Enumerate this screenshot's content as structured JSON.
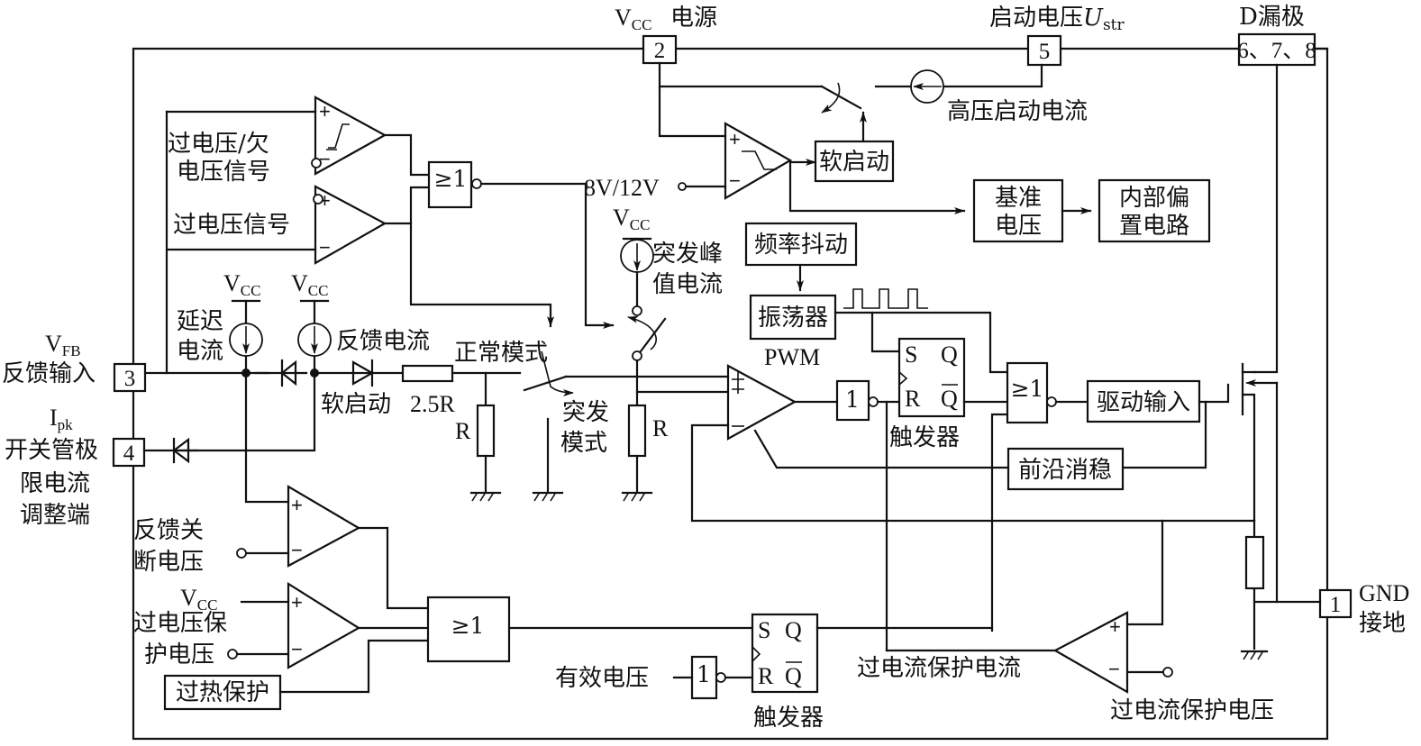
{
  "title": "开关电源控制芯片内部框图",
  "pins": {
    "vcc": {
      "number": "2",
      "label_main": "V",
      "label_sub": "CC",
      "label_cn": "电源"
    },
    "ustr": {
      "number": "5",
      "label_cn": "启动电压",
      "label_sym": "U",
      "label_sub": "str"
    },
    "drain": {
      "number": "6、7、8",
      "label": "D漏极"
    },
    "vfb": {
      "number": "3",
      "label_main": "V",
      "label_sub": "FB",
      "label_cn": "反馈输入"
    },
    "ipk": {
      "number": "4",
      "label_main": "I",
      "label_sub": "pk",
      "label_cn": [
        "开关管极",
        "限电流",
        "调整端"
      ]
    },
    "gnd": {
      "number": "1",
      "label": "GND",
      "label_cn": "接地"
    }
  },
  "labels": {
    "hv_start_current": "高压启动电流",
    "soft_start_block": "软启动",
    "ref_voltage": [
      "基准",
      "电压"
    ],
    "internal_bias": [
      "内部偏",
      "置电路"
    ],
    "ov_uv_signal": [
      "过电压/欠",
      "电压信号"
    ],
    "ov_signal": "过电压信号",
    "threshold_8v12v": "8V/12V",
    "vcc": "V",
    "vcc_sub": "CC",
    "burst_peak_current": [
      "突发峰",
      "值电流"
    ],
    "freq_jitter": "频率抖动",
    "oscillator": "振荡器",
    "pwm": "PWM",
    "delay_current": [
      "延迟",
      "电流"
    ],
    "feedback_current": "反馈电流",
    "soft_start_diode": "软启动",
    "resistor_25r": "2.5R",
    "resistor_r": "R",
    "normal_mode": "正常模式",
    "burst_mode": [
      "突发",
      "模式"
    ],
    "flipflop": "触发器",
    "drive_input": "驱动输入",
    "leading_edge_blanking": "前沿消稳",
    "feedback_shutdown": [
      "反馈关",
      "断电压"
    ],
    "vcc_ovp": [
      "过电压保",
      "护电压"
    ],
    "thermal_protection": "过热保护",
    "valid_voltage": "有效电压",
    "ocp_current": "过电流保护电流",
    "ocp_voltage": "过电流保护电压",
    "or_gate": "≥1",
    "not_gate": "1",
    "ff_s": "S",
    "ff_r": "R",
    "ff_q": "Q",
    "ff_qbar": "Q",
    "plus": "+",
    "minus": "−"
  }
}
